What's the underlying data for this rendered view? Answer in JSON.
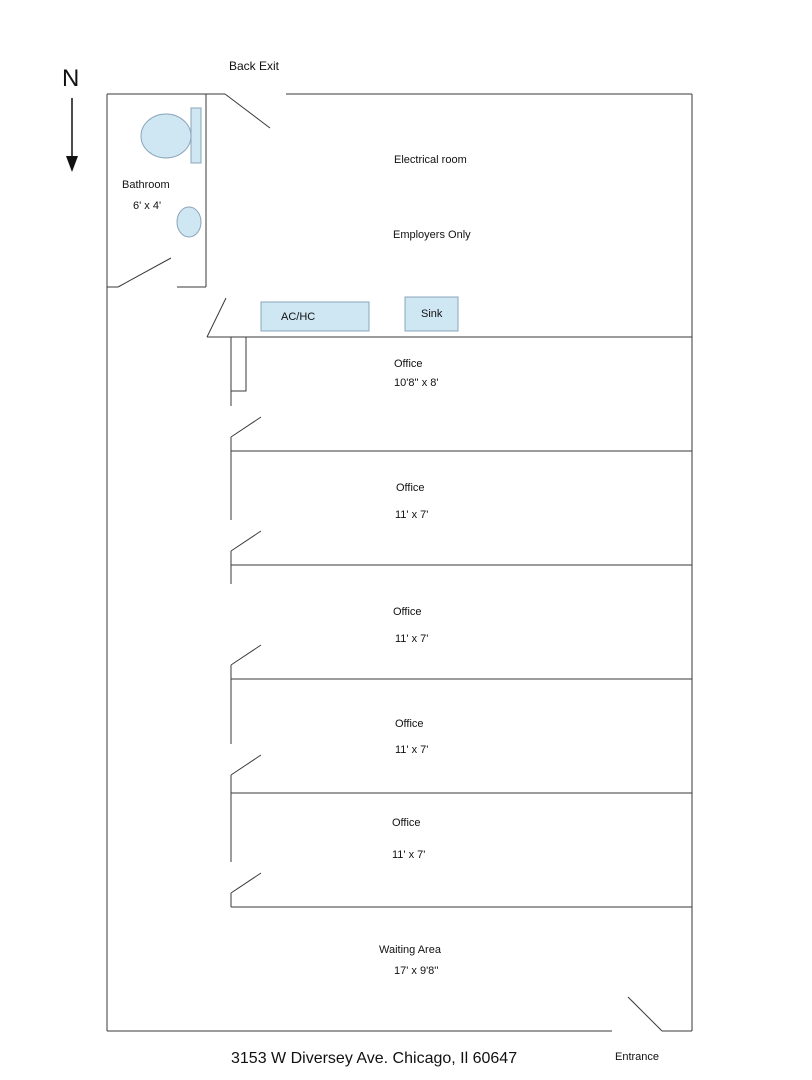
{
  "compass": {
    "label": "N"
  },
  "exits": {
    "back": "Back Exit",
    "entrance": "Entrance"
  },
  "rooms": {
    "bathroom": {
      "name": "Bathroom",
      "size": "6' x 4'"
    },
    "electrical": {
      "name": "Electrical room",
      "note": "Employers Only"
    },
    "fixtures": {
      "ac": "AC/HC",
      "sink": "Sink"
    },
    "offices": [
      {
        "name": "Office",
        "size": "10'8'' x 8'"
      },
      {
        "name": "Office",
        "size": "11' x 7'"
      },
      {
        "name": "Office",
        "size": "11' x 7'"
      },
      {
        "name": "Office",
        "size": "11' x 7'"
      },
      {
        "name": "Office",
        "size": "11' x 7'"
      }
    ],
    "waiting": {
      "name": "Waiting Area",
      "size": "17' x 9'8''"
    }
  },
  "address": "3153 W Diversey Ave. Chicago, Il 60647"
}
